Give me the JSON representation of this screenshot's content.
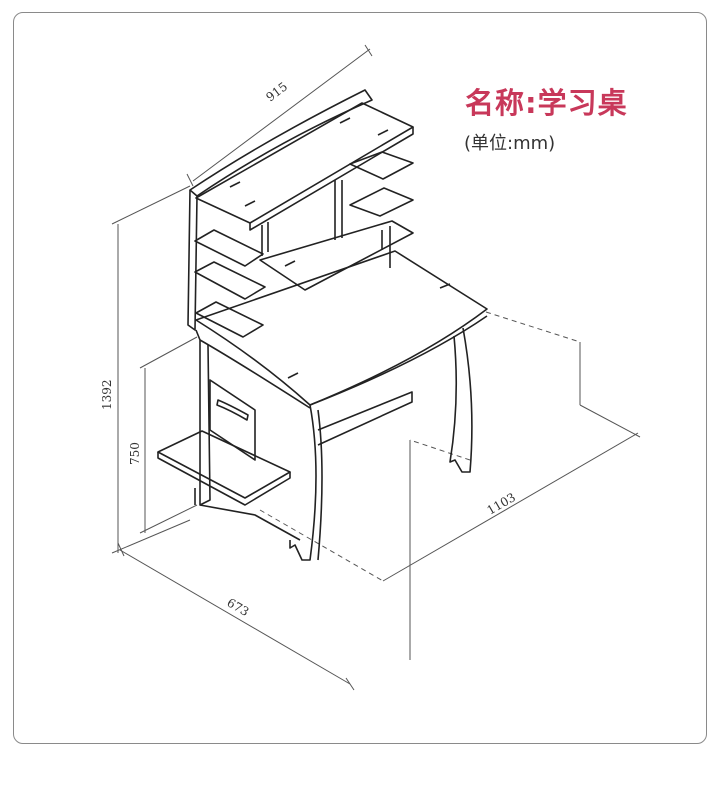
{
  "title": "名称:学习桌",
  "unit_label": "(单位:mm)",
  "dimensions": {
    "top_width": "915",
    "total_height": "1392",
    "desk_height": "750",
    "depth": "673",
    "length": "1103"
  },
  "colors": {
    "title": "#c8385a",
    "frame": "#8a8a8a",
    "lines": "#222222"
  }
}
